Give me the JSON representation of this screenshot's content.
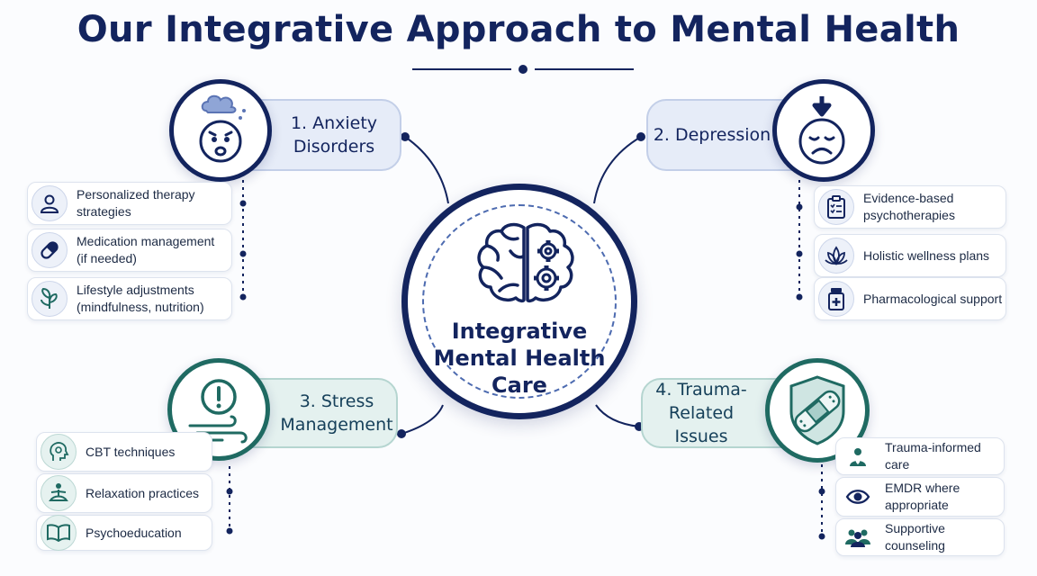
{
  "title": "Our Integrative Approach to Mental Health",
  "center": {
    "line1": "Integrative",
    "line2": "Mental Health",
    "line3": "Care",
    "icon": "brain-gears-icon"
  },
  "branches": [
    {
      "label_line1": "1. Anxiety",
      "label_line2": "Disorders",
      "icon": "anxious-face-cloud-icon",
      "items": [
        {
          "text": "Personalized therapy strategies",
          "icon": "person-icon"
        },
        {
          "text": "Medication management\n(if needed)",
          "icon": "capsule-icon"
        },
        {
          "text": "Lifestyle adjustments\n(mindfulness, nutrition)",
          "icon": "leaf-icon"
        }
      ]
    },
    {
      "label_line1": "2. Depression",
      "label_line2": "",
      "icon": "sad-face-arrow-icon",
      "items": [
        {
          "text": "Evidence-based\npsychotherapies",
          "icon": "clipboard-checklist-icon"
        },
        {
          "text": "Holistic wellness plans",
          "icon": "lotus-icon"
        },
        {
          "text": "Pharmacological support",
          "icon": "medicine-bottle-icon"
        }
      ]
    },
    {
      "label_line1": "3. Stress",
      "label_line2": "Management",
      "icon": "alert-wind-icon",
      "items": [
        {
          "text": "CBT techniques",
          "icon": "head-gear-icon"
        },
        {
          "text": "Relaxation practices",
          "icon": "meditation-icon"
        },
        {
          "text": "Psychoeducation",
          "icon": "open-book-icon"
        }
      ]
    },
    {
      "label_line1": "4. Trauma-",
      "label_line2": "Related Issues",
      "icon": "shield-bandage-icon",
      "items": [
        {
          "text": "Trauma-informed care",
          "icon": "caregiver-icon"
        },
        {
          "text": "EMDR where appropriate",
          "icon": "eye-icon"
        },
        {
          "text": "Supportive counseling",
          "icon": "group-icon"
        }
      ]
    }
  ],
  "colors": {
    "navy": "#13245e",
    "teal": "#1f6a62",
    "pill_blue": "#e6ecf8",
    "pill_teal": "#e4f1ef"
  }
}
